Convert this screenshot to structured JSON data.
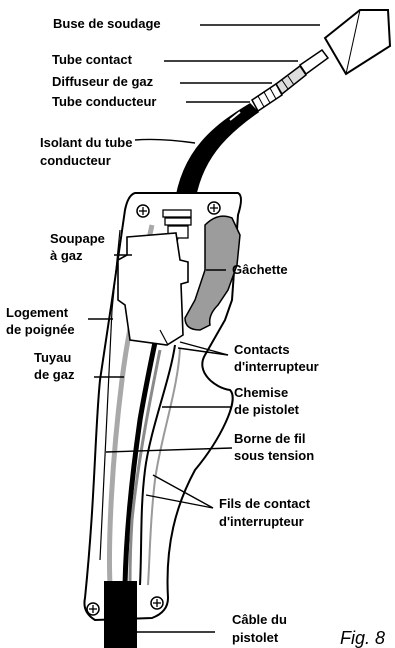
{
  "labels": {
    "nozzle": "Buse de soudage",
    "contact_tip": "Tube contact",
    "gas_diffuser": "Diffuseur de gaz",
    "conductor_tube": "Tube conducteur",
    "conductor_insulator_1": "Isolant du tube",
    "conductor_insulator_2": "conducteur",
    "gas_valve_1": "Soupape",
    "gas_valve_2": "à gaz",
    "trigger": "Gâchette",
    "handle_1": "Logement",
    "handle_2": "de poignée",
    "gas_hose_1": "Tuyau",
    "gas_hose_2": "de gaz",
    "switch_contacts_1": "Contacts",
    "switch_contacts_2": "d'interrupteur",
    "gun_liner_1": "Chemise",
    "gun_liner_2": "de pistolet",
    "live_wire_1": "Borne de fil",
    "live_wire_2": "sous tension",
    "switch_wires_1": "Fils de contact",
    "switch_wires_2": "d'interrupteur",
    "cable_1": "Câble du",
    "cable_2": "pistolet"
  },
  "figure_label": "Fig. 8"
}
